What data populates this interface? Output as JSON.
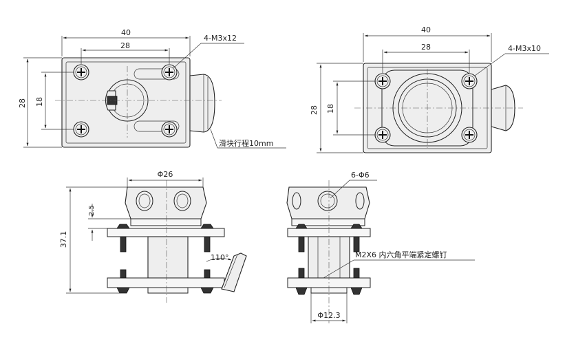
{
  "top_left_view": {
    "dim_width": "40",
    "dim_hole_spacing_x": "28",
    "dim_height": "28",
    "dim_hole_spacing_y": "18",
    "screw_callout": "4-M3x12",
    "slider_note": "滑块行程10mm"
  },
  "top_right_view": {
    "dim_width": "40",
    "dim_hole_spacing_x": "28",
    "dim_height": "28",
    "dim_hole_spacing_y": "18",
    "screw_callout": "4-M3x10"
  },
  "bottom_left_view": {
    "dim_diameter": "Φ26",
    "dim_offset": "2.5",
    "dim_total_height": "37.1",
    "dim_angle": "110°"
  },
  "bottom_right_view": {
    "hole_callout": "6-Φ6",
    "set_screw_note": "M2X6  内六角平端紧定螺钉",
    "dim_diameter": "Φ12.3"
  }
}
